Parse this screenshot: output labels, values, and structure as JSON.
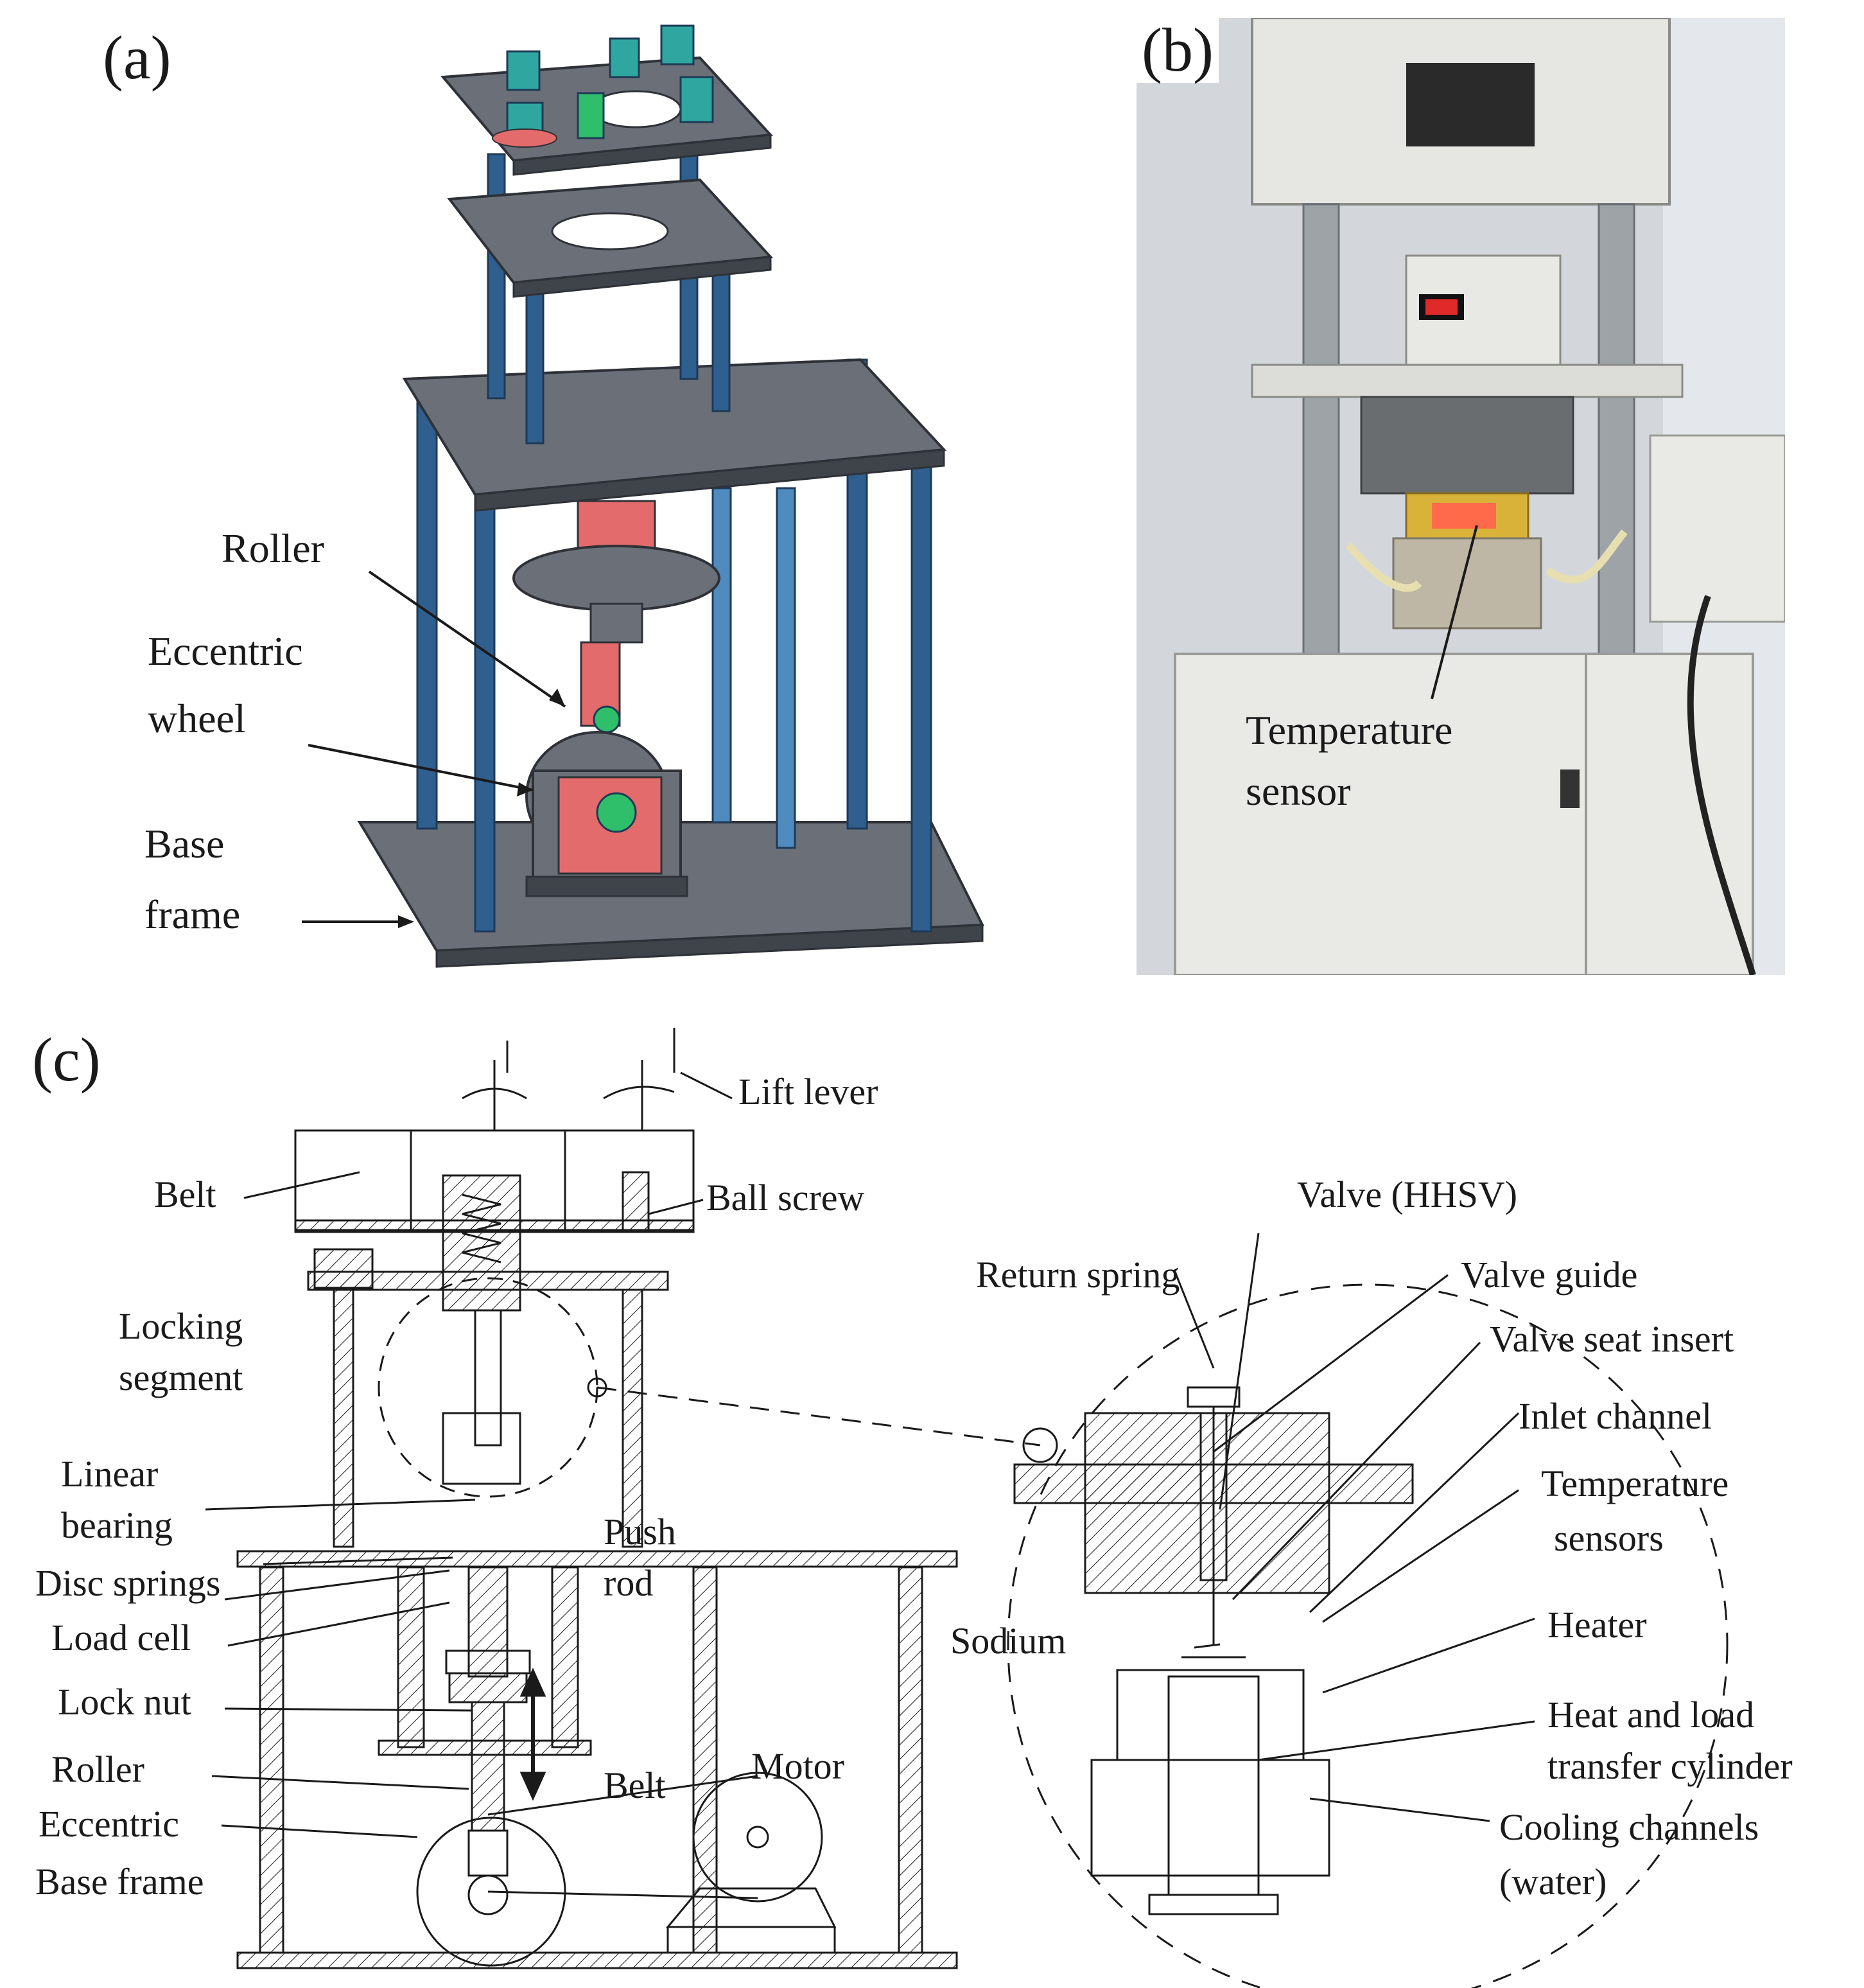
{
  "panels": {
    "a": {
      "tag": "(a)",
      "labels": {
        "roller": "Roller",
        "eccentric_wheel_1": "Eccentric",
        "eccentric_wheel_2": "wheel",
        "base_frame_1": "Base",
        "base_frame_2": "frame"
      }
    },
    "b": {
      "tag": "(b)",
      "labels": {
        "temperature_sensor_1": "Temperature",
        "temperature_sensor_2": "sensor"
      }
    },
    "c": {
      "tag": "(c)",
      "labels": {
        "lift_lever": "Lift lever",
        "belt_top": "Belt",
        "ball_screw": "Ball screw",
        "locking_segment_1": "Locking",
        "locking_segment_2": "segment",
        "linear_bearing_1": "Linear",
        "linear_bearing_2": "bearing",
        "disc_springs": "Disc springs",
        "push_rod_1": "Push",
        "push_rod_2": "rod",
        "load_cell": "Load cell",
        "lock_nut": "Lock nut",
        "roller": "Roller",
        "belt_bottom": "Belt",
        "motor": "Motor",
        "eccentric": "Eccentric",
        "base_frame": "Base frame",
        "valve": "Valve (HHSV)",
        "return_spring": "Return spring",
        "valve_guide": "Valve guide",
        "valve_seat_insert": "Valve seat insert",
        "inlet_channel": "Inlet channel",
        "temperature_sensors_1": "Temperature",
        "temperature_sensors_2": "sensors",
        "sodium": "Sodium",
        "heater": "Heater",
        "heat_load_1": "Heat and load",
        "heat_load_2": "transfer cylinder",
        "cooling_1": "Cooling channels",
        "cooling_2": "(water)"
      }
    }
  },
  "colors": {
    "plate": "#5f6570",
    "plate_edge": "#2e3238",
    "rod": "#2f5f8f",
    "rod_light": "#4f8bbf",
    "red_part": "#e46b6b",
    "green_part": "#2fbf6a",
    "teal_part": "#2fa7a0",
    "line": "#1a1a1a",
    "photo_bg": "#c9cdd2"
  }
}
